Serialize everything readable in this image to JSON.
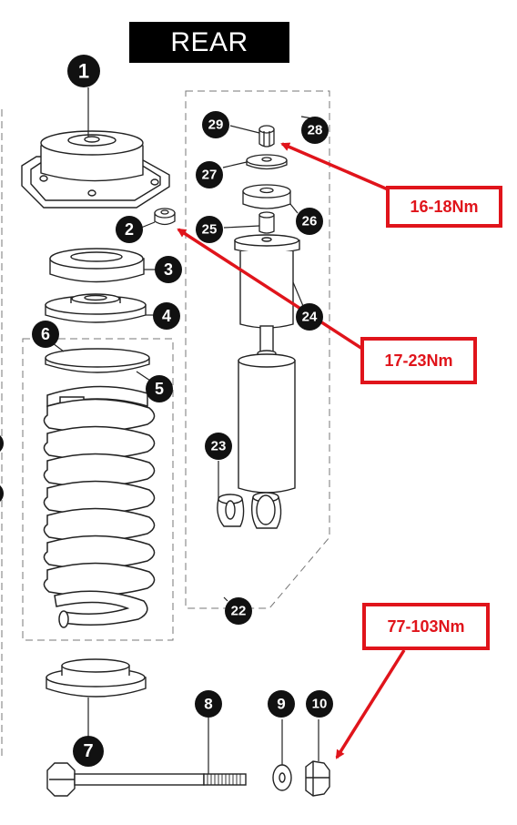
{
  "title": "REAR",
  "colors": {
    "callout_fill": "#111111",
    "accent_red": "#e0141b",
    "line": "#222222"
  },
  "parts": [
    "1",
    "2",
    "3",
    "4",
    "5",
    "6",
    "7",
    "8",
    "9",
    "10",
    "22",
    "23",
    "24",
    "25",
    "26",
    "27",
    "28",
    "29"
  ],
  "torque_specs": {
    "upper_nut": "16-18Nm",
    "mount_nut": "17-23Nm",
    "bolt_nut": "77-103Nm"
  }
}
